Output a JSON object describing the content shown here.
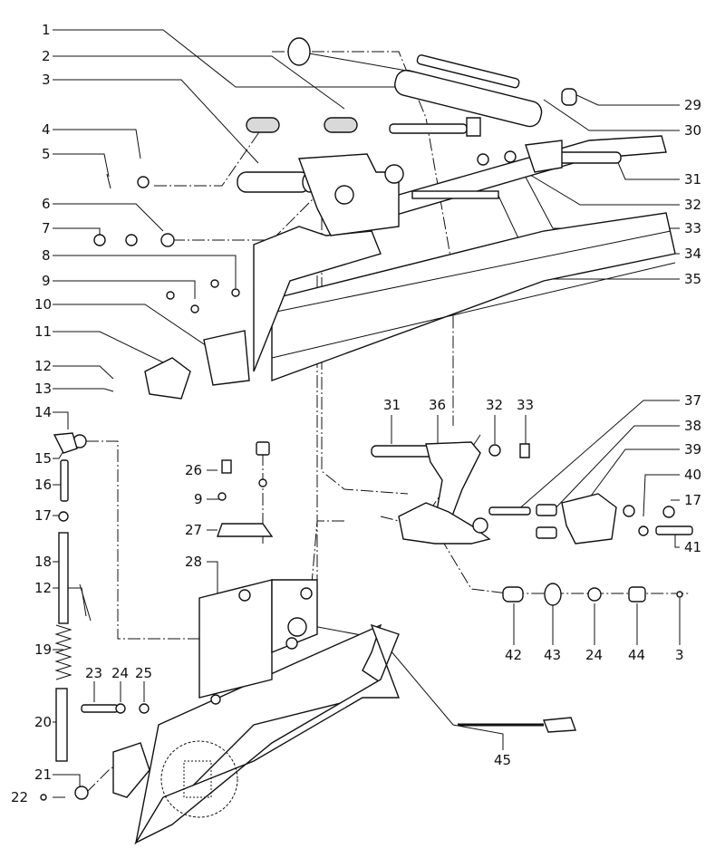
{
  "part_numbers": {
    "left": [
      "1",
      "2",
      "3",
      "4",
      "5",
      "6",
      "7",
      "8",
      "9",
      "10",
      "11",
      "12",
      "13",
      "14",
      "15",
      "16",
      "17",
      "18",
      "12",
      "19",
      "20",
      "21",
      "22"
    ],
    "right_top": [
      "29",
      "30",
      "31",
      "32",
      "33",
      "34",
      "35"
    ],
    "right_mid": [
      "37",
      "38",
      "39",
      "40",
      "17",
      "41"
    ],
    "center_top_labels": [
      "31",
      "36",
      "32",
      "33"
    ],
    "bottom_row": [
      "42",
      "43",
      "24",
      "44",
      "3"
    ],
    "center_lower": [
      "26",
      "9",
      "27",
      "28"
    ],
    "bottom_left": [
      "23",
      "24",
      "25"
    ],
    "bottom_center": [
      "45"
    ]
  }
}
